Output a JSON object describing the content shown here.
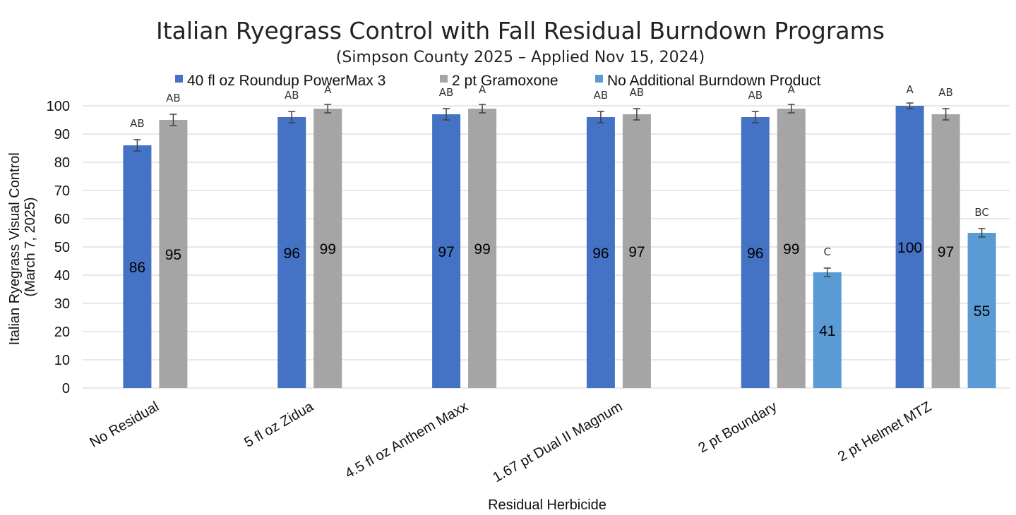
{
  "chart_data": {
    "type": "bar",
    "title": "Italian Ryegrass Control with Fall Residual Burndown Programs",
    "subtitle": "(Simpson County 2025 – Applied Nov 15, 2024)",
    "xlabel": "Residual Herbicide",
    "ylabel": [
      "Italian Ryegrass Visual Control",
      "(March 7, 2025)"
    ],
    "ylim": [
      0,
      100
    ],
    "yticks": [
      0,
      10,
      20,
      30,
      40,
      50,
      60,
      70,
      80,
      90,
      100
    ],
    "grid": true,
    "legend_position": "top",
    "categories": [
      "No Residual",
      "5 fl oz Zidua",
      "4.5 fl oz Anthem Maxx",
      "1.67 pt Dual II Magnum",
      "2 pt Boundary",
      "2 pt Helmet MTZ"
    ],
    "series": [
      {
        "name": "40 fl oz Roundup PowerMax 3",
        "color": "#4472C4",
        "values": [
          86,
          96,
          97,
          96,
          96,
          100
        ],
        "error": [
          2,
          2,
          2,
          2,
          2,
          1
        ],
        "letters": [
          "AB",
          "AB",
          "AB",
          "AB",
          "AB",
          "A"
        ]
      },
      {
        "name": "2 pt Gramoxone",
        "color": "#A5A5A5",
        "values": [
          95,
          99,
          99,
          97,
          99,
          97
        ],
        "error": [
          2,
          1.5,
          1.5,
          2,
          1.5,
          2
        ],
        "letters": [
          "AB",
          "A",
          "A",
          "AB",
          "A",
          "AB"
        ]
      },
      {
        "name": "No Additional Burndown Product",
        "color": "#5B9BD5",
        "values": [
          null,
          null,
          null,
          null,
          41,
          55
        ],
        "error": [
          null,
          null,
          null,
          null,
          1.5,
          1.5
        ],
        "letters": [
          null,
          null,
          null,
          null,
          "C",
          "BC"
        ]
      }
    ]
  }
}
